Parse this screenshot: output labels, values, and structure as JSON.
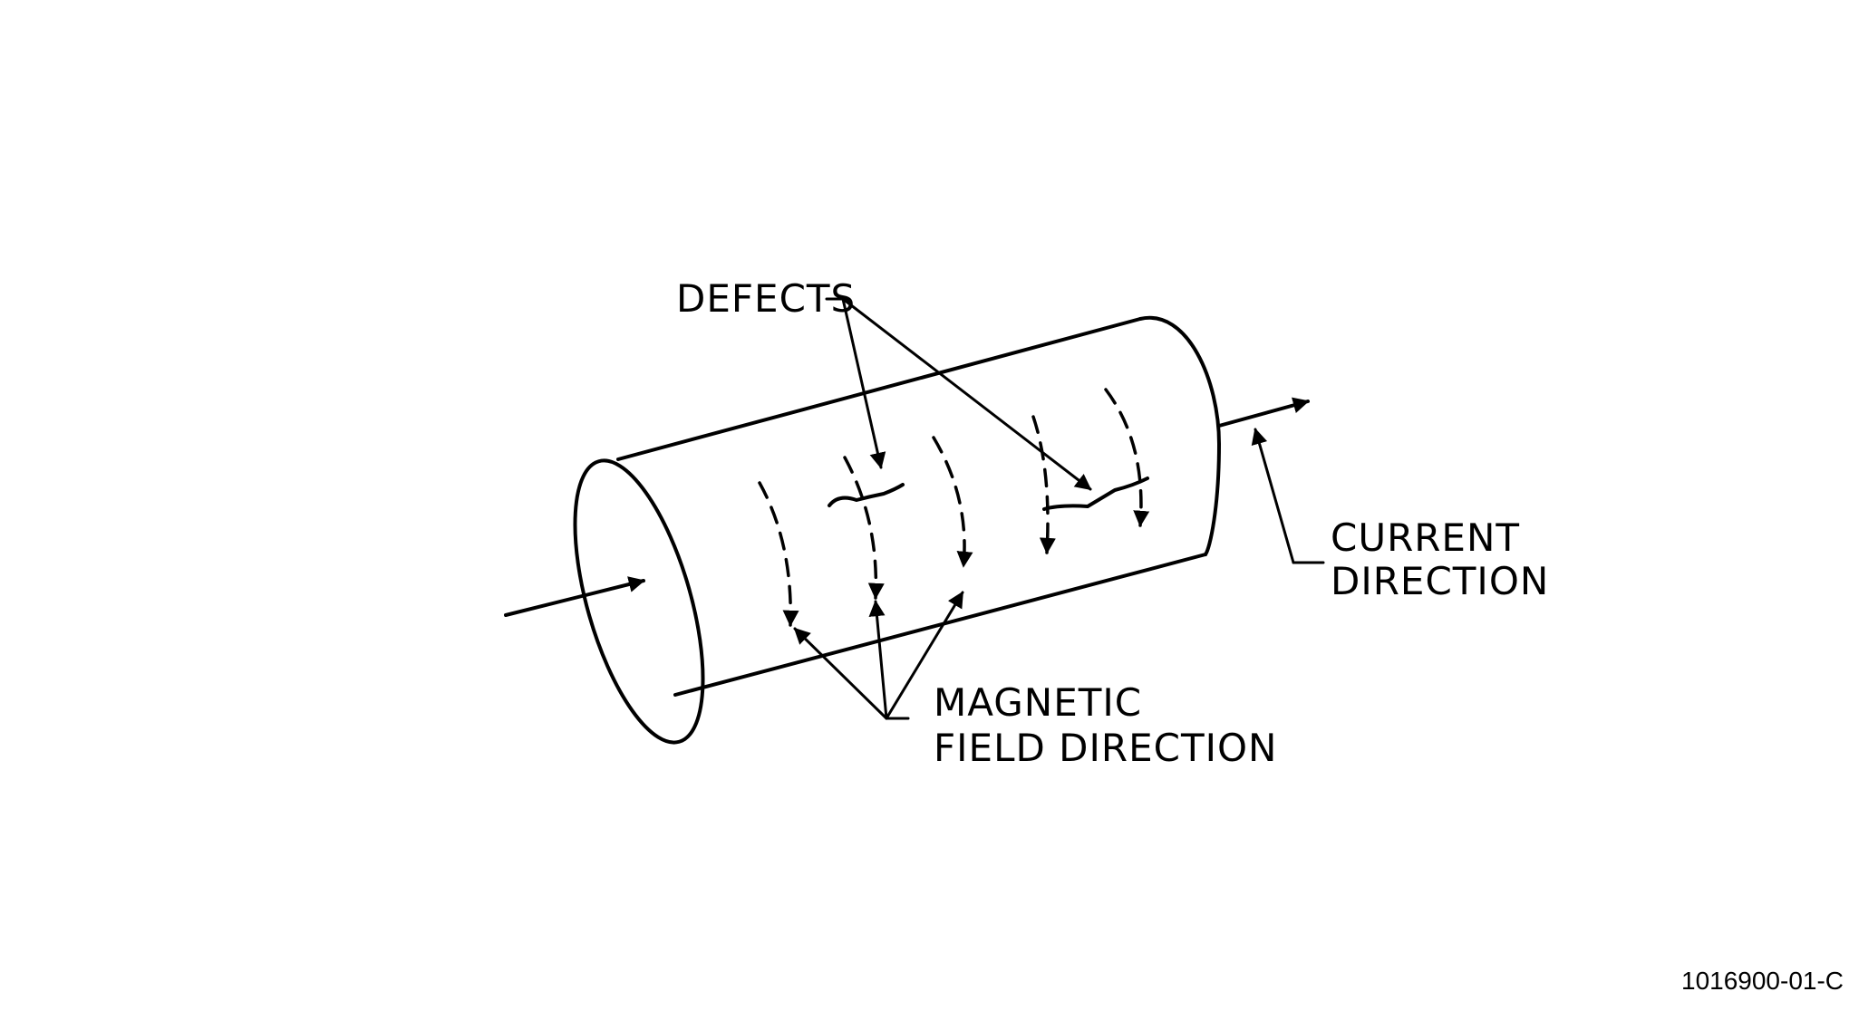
{
  "labels": {
    "defects": "DEFECTS",
    "current_line1": "CURRENT",
    "current_line2": "DIRECTION",
    "magnetic_line1": "MAGNETIC",
    "magnetic_line2": "FIELD DIRECTION",
    "figure_code": "1016900-01-C"
  }
}
